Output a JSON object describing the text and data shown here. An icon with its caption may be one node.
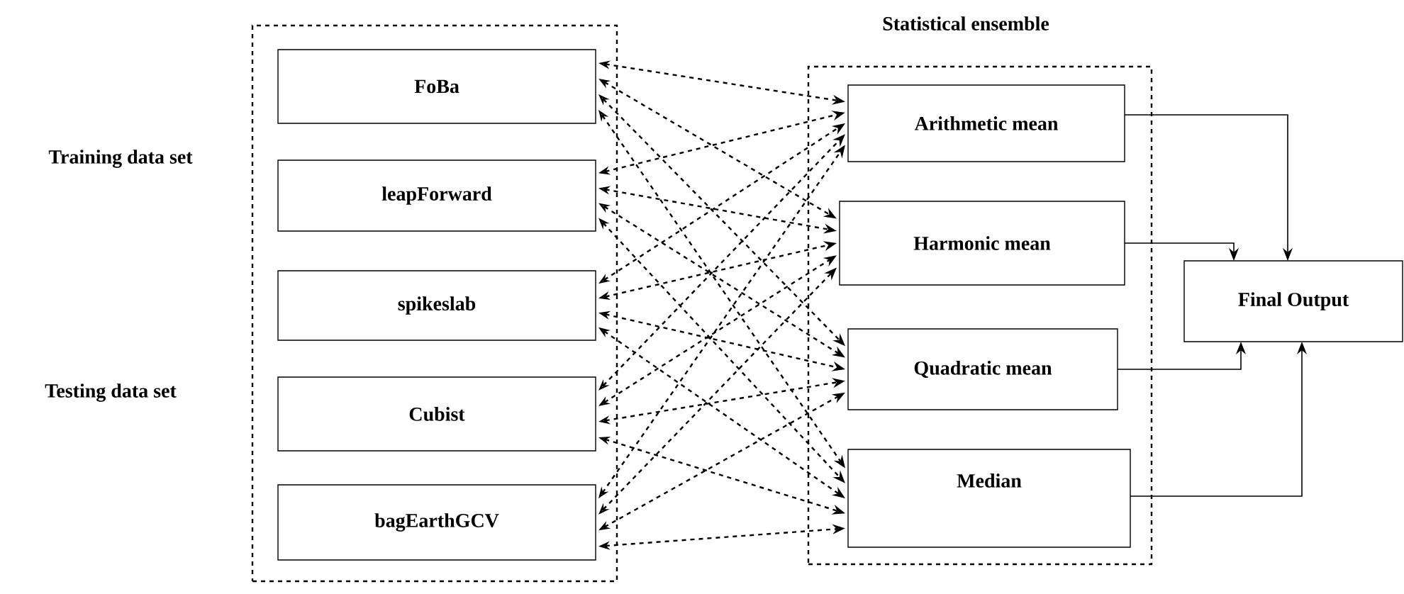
{
  "diagram": {
    "nodes": [
      {
        "text": [],
        "shape": "box"
      },
      {
        "text": [
          "FoBa"
        ],
        "in": 0
      },
      {
        "text": [
          "leapForward"
        ],
        "in": 0
      },
      {
        "text": [
          "spikeslab"
        ],
        "in": 0
      },
      {
        "text": [
          "Cubist"
        ],
        "in": 0
      },
      {
        "text": [
          "bagEarthGCV"
        ],
        "in": 0
      },
      {
        "text": [
          "Statistical ensemble"
        ]
      },
      {
        "text": [
          "Arithmetic mean"
        ],
        "in": 6
      },
      {
        "text": [
          "Harmonic mean"
        ],
        "in": 6
      },
      {
        "text": [
          "Quadratic mean"
        ],
        "in": 6
      },
      {
        "text": [
          "Median"
        ],
        "in": 6
      },
      {
        "text": [
          "Final Output"
        ]
      }
    ],
    "edges": [
      {
        "from": 1,
        "to": 7,
        "arrow": "both",
        "style": "dashed"
      },
      {
        "from": 1,
        "to": 8,
        "arrow": "both",
        "style": "dashed"
      },
      {
        "from": 1,
        "to": 9,
        "arrow": "both",
        "style": "dashed"
      },
      {
        "from": 1,
        "to": 10,
        "arrow": "both",
        "style": "dashed"
      },
      {
        "from": 2,
        "to": 7,
        "arrow": "both",
        "style": "dashed"
      },
      {
        "from": 2,
        "to": 8,
        "arrow": "both",
        "style": "dashed"
      },
      {
        "from": 2,
        "to": 9,
        "arrow": "both",
        "style": "dashed"
      },
      {
        "from": 2,
        "to": 10,
        "arrow": "both",
        "style": "dashed"
      },
      {
        "from": 3,
        "to": 7,
        "arrow": "both",
        "style": "dashed"
      },
      {
        "from": 3,
        "to": 8,
        "arrow": "both",
        "style": "dashed"
      },
      {
        "from": 3,
        "to": 9,
        "arrow": "both",
        "style": "dashed"
      },
      {
        "from": 3,
        "to": 10,
        "arrow": "both",
        "style": "dashed"
      },
      {
        "from": 4,
        "to": 7,
        "arrow": "both",
        "style": "dashed"
      },
      {
        "from": 4,
        "to": 8,
        "arrow": "both",
        "style": "dashed"
      },
      {
        "from": 4,
        "to": 9,
        "arrow": "both",
        "style": "dashed"
      },
      {
        "from": 4,
        "to": 10,
        "arrow": "both",
        "style": "dashed"
      },
      {
        "from": 5,
        "to": 7,
        "arrow": "both",
        "style": "dashed"
      },
      {
        "from": 5,
        "to": 8,
        "arrow": "both",
        "style": "dashed"
      },
      {
        "from": 5,
        "to": 9,
        "arrow": "both",
        "style": "dashed"
      },
      {
        "from": 5,
        "to": 10,
        "arrow": "both",
        "style": "dashed"
      },
      {
        "from": 7,
        "to": 11,
        "arrow": "to"
      },
      {
        "from": 8,
        "to": 11,
        "arrow": "to"
      },
      {
        "from": 9,
        "to": 11,
        "arrow": "to"
      },
      {
        "from": 10,
        "to": 11,
        "arrow": "to"
      }
    ],
    "labels": [
      "Training data set",
      "Testing data set"
    ]
  }
}
